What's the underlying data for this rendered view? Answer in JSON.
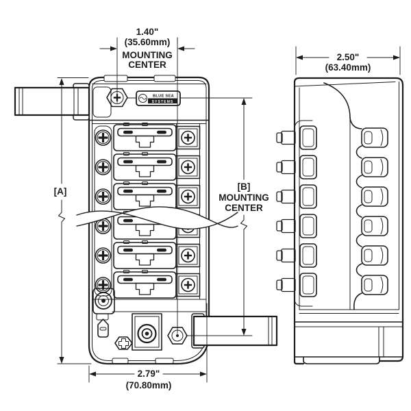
{
  "drawing_title": "fuse block mounting dimensions drawing",
  "colors": {
    "background": "#ffffff",
    "line": "#1c1c1c"
  },
  "logo": {
    "brand_top": "BLUE SEA",
    "brand_bottom": "SYSTEMS"
  },
  "dims": {
    "top_mounting_center": {
      "in": "1.40\"",
      "mm": "(35.60mm)",
      "cap1": "MOUNTING",
      "cap2": "CENTER"
    },
    "depth": {
      "in": "2.50\"",
      "mm": "(63.40mm)"
    },
    "height_reference": {
      "label": "[A]"
    },
    "vertical_mounting_center": {
      "label": "[B]",
      "cap1": "MOUNTING",
      "cap2": "CENTER"
    },
    "overall_width": {
      "in": "2.79\"",
      "mm": "(70.80mm)"
    }
  }
}
